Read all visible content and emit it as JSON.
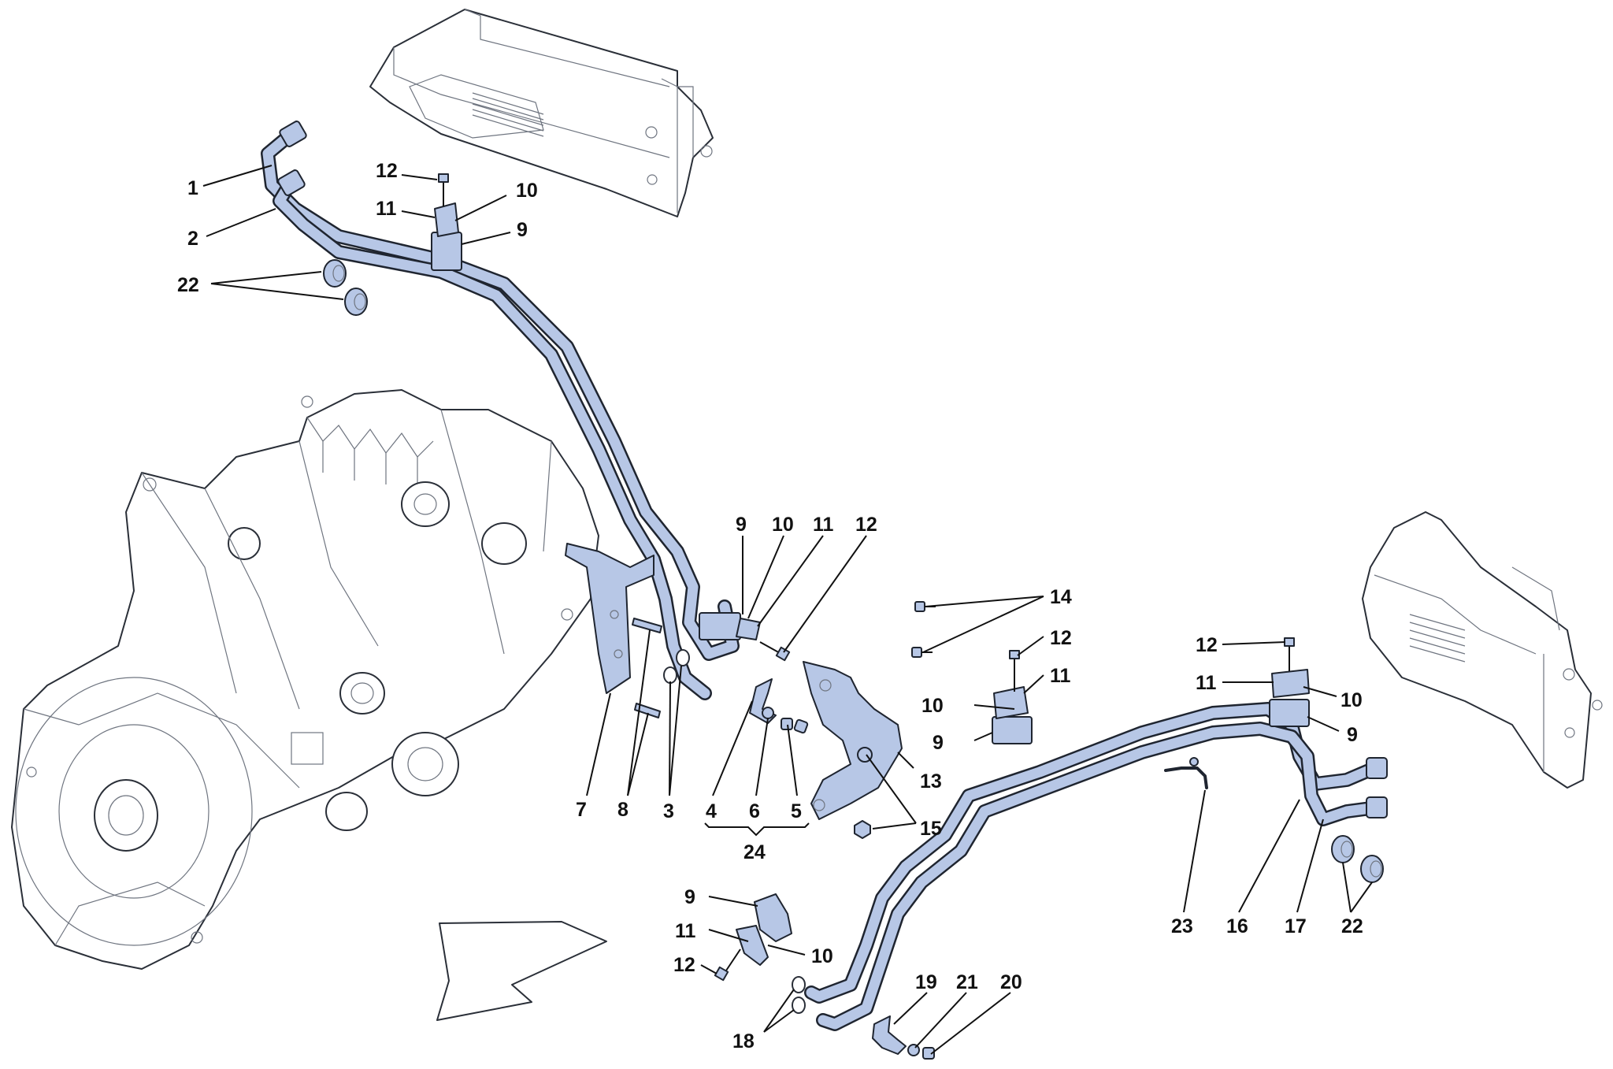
{
  "colors": {
    "pipe_fill": "#b7c7e6",
    "outline": "#1f2530",
    "label": "#111111",
    "background": "#ffffff"
  },
  "labels": {
    "l1": "1",
    "l2": "2",
    "l22a": "22",
    "l12a": "12",
    "l11a": "11",
    "l10a": "10",
    "l9a": "9",
    "l9b": "9",
    "l10b": "10",
    "l11b": "11",
    "l12b": "12",
    "l7": "7",
    "l8": "8",
    "l3": "3",
    "l4": "4",
    "l6": "6",
    "l5": "5",
    "l24": "24",
    "l13": "13",
    "l15": "15",
    "l14": "14",
    "l12c": "12",
    "l11c": "11",
    "l10c": "10",
    "l9c": "9",
    "l12d": "12",
    "l11d": "11",
    "l10d": "10",
    "l9d": "9",
    "l23": "23",
    "l16": "16",
    "l17": "17",
    "l22b": "22",
    "l9e": "9",
    "l11e": "11",
    "l10e": "10",
    "l12e": "12",
    "l18": "18",
    "l19": "19",
    "l21": "21",
    "l20": "20"
  }
}
